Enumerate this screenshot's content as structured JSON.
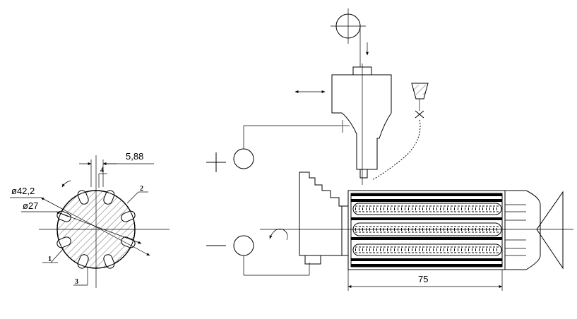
{
  "cross_section": {
    "dim_slot_width": "5,88",
    "dim_outer_diameter": "ø42,2",
    "dim_inner_diameter": "ø27",
    "label_1": "1",
    "label_2": "2",
    "label_3": "3",
    "label_4": "4"
  },
  "electrodes": {
    "plus_sign": "+",
    "minus_sign": "—"
  },
  "workpiece": {
    "dim_length": "75"
  }
}
